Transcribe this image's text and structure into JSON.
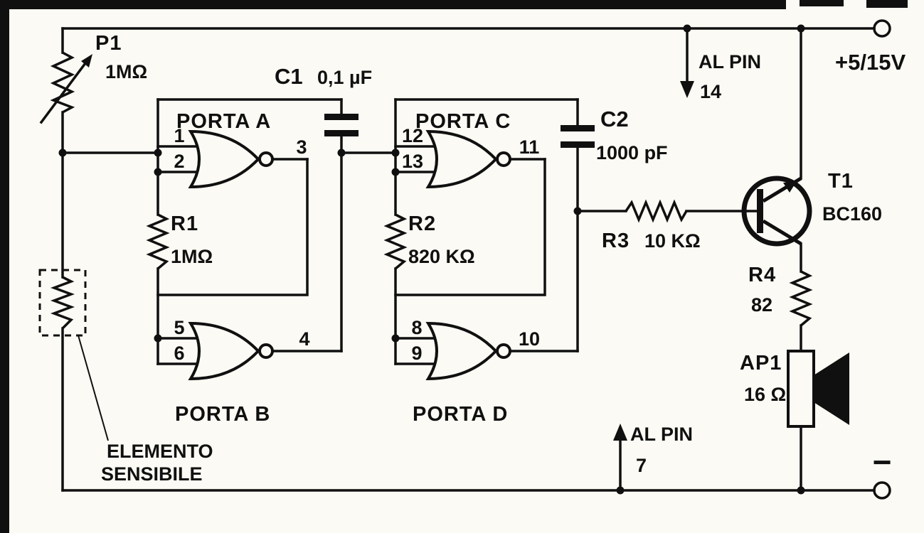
{
  "power": {
    "positive_label": "+5/15V",
    "negative_label": "−",
    "pin14_label": "AL PIN",
    "pin14_number": "14",
    "pin7_label": "AL PIN",
    "pin7_number": "7"
  },
  "components": {
    "p1": {
      "ref": "P1",
      "value": "1MΩ"
    },
    "r1": {
      "ref": "R1",
      "value": "1MΩ"
    },
    "r2": {
      "ref": "R2",
      "value": "820 KΩ"
    },
    "r3": {
      "ref": "R3",
      "value": "10 KΩ"
    },
    "r4": {
      "ref": "R4",
      "value": "82"
    },
    "c1": {
      "ref": "C1",
      "value": "0,1 µF"
    },
    "c2": {
      "ref": "C2",
      "value": "1000 pF"
    },
    "t1": {
      "ref": "T1",
      "value": "BC160"
    },
    "ap1": {
      "ref": "AP1",
      "value": "16 Ω"
    },
    "sensor": {
      "line1": "ELEMENTO",
      "line2": "SENSIBILE"
    }
  },
  "gates": {
    "a": {
      "name": "PORTA A",
      "in1": "1",
      "in2": "2",
      "out": "3"
    },
    "b": {
      "name": "PORTA B",
      "in1": "5",
      "in2": "6",
      "out": "4"
    },
    "c": {
      "name": "PORTA C",
      "in1": "12",
      "in2": "13",
      "out": "11"
    },
    "d": {
      "name": "PORTA D",
      "in1": "8",
      "in2": "9",
      "out": "10"
    }
  }
}
